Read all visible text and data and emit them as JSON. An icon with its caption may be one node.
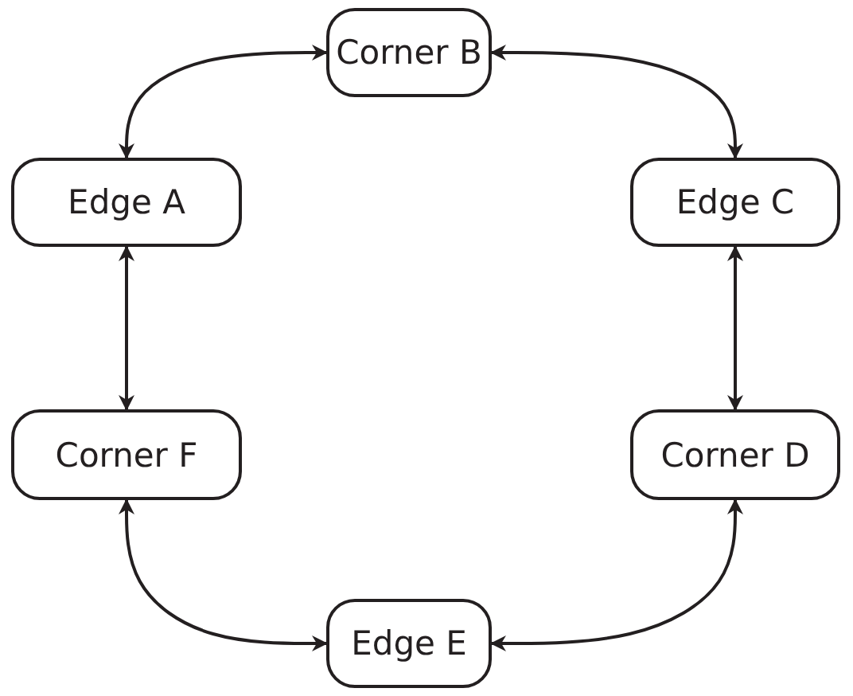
{
  "diagram": {
    "nodes": [
      {
        "text": [
          "Corner B"
        ]
      },
      {
        "text": [
          "Edge A"
        ]
      },
      {
        "text": [
          "Edge C"
        ]
      },
      {
        "text": [
          "Corner F"
        ]
      },
      {
        "text": [
          "Corner D"
        ]
      },
      {
        "text": [
          "Edge E"
        ]
      }
    ],
    "edges": [
      {
        "from": 1,
        "to": 0,
        "arrow": "both"
      },
      {
        "from": 0,
        "to": 2,
        "arrow": "both"
      },
      {
        "from": 1,
        "to": 3,
        "arrow": "both"
      },
      {
        "from": 2,
        "to": 4,
        "arrow": "both"
      },
      {
        "from": 3,
        "to": 5,
        "arrow": "both"
      },
      {
        "from": 4,
        "to": 5,
        "arrow": "both"
      }
    ]
  }
}
